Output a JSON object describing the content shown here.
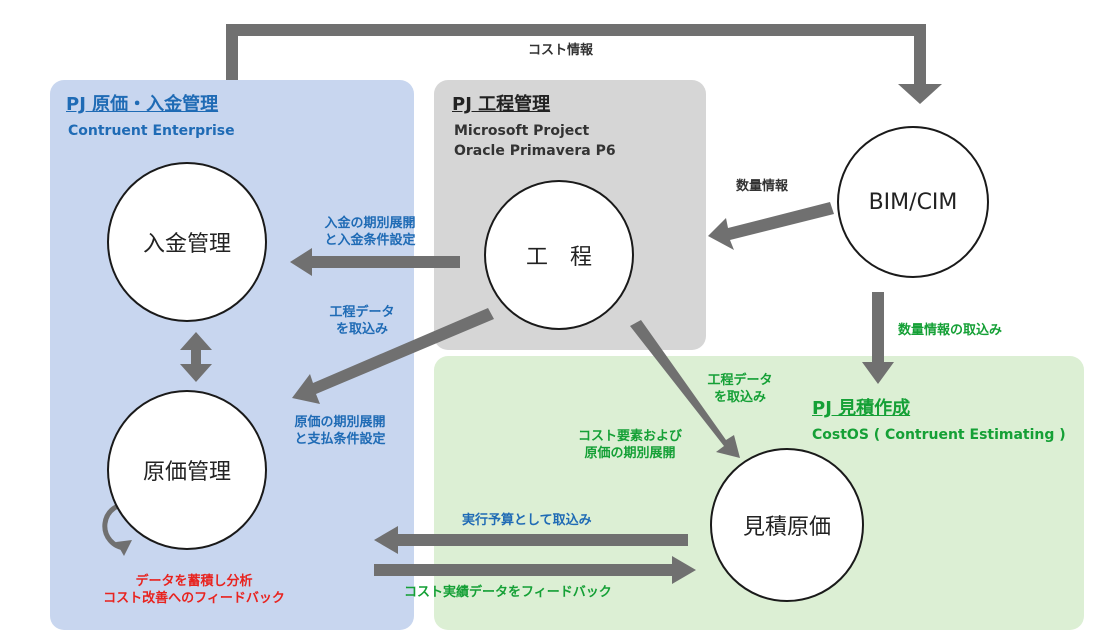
{
  "top_flow_label": "コスト情報",
  "panels": {
    "cost_mgmt": {
      "title": "PJ 原価・入金管理",
      "subtitle": "Contruent Enterprise"
    },
    "schedule": {
      "title": "PJ 工程管理",
      "subtitle_1": "Microsoft Project",
      "subtitle_2": "Oracle Primavera P6"
    },
    "estimate": {
      "title": "PJ 見積作成",
      "subtitle": "CostOS ( Contruent Estimating )"
    }
  },
  "nodes": {
    "payment": "入金管理",
    "process": "工　程",
    "cost": "原価管理",
    "bim": "BIM/CIM",
    "estimate": "見積原価"
  },
  "labels": {
    "quantity_info": "数量情報",
    "quantity_import": "数量情報の取込み",
    "payment_expand_1": "入金の期別展開",
    "payment_expand_2": "と入金条件設定",
    "process_data_1_a": "工程データ",
    "process_data_1_b": "を取込み",
    "cost_expand_1": "原価の期別展開",
    "cost_expand_2": "と支払条件設定",
    "process_data_2_a": "工程データ",
    "process_data_2_b": "を取込み",
    "cost_element_1": "コスト要素および",
    "cost_element_2": "原価の期別展開",
    "budget_import": "実行予算として取込み",
    "actual_feedback": "コスト実績データをフィードバック",
    "analysis_1": "データを蓄積し分析",
    "analysis_2": "コスト改善へのフィードバック"
  }
}
